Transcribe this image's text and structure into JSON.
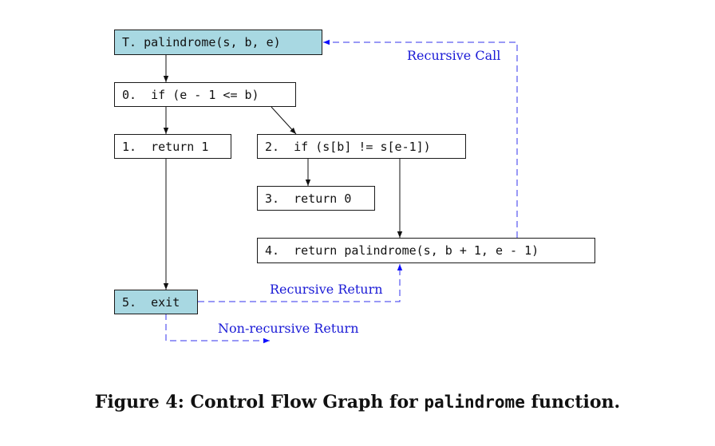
{
  "nodes": {
    "t": "T. palindrome(s, b, e)",
    "n0": "0.  if (e - 1 <= b)",
    "n1": "1.  return 1",
    "n2": "2.  if (s[b] != s[e-1])",
    "n3": "3.  return 0",
    "n4": "4.  return palindrome(s, b + 1, e - 1)",
    "n5": "5.  exit"
  },
  "labels": {
    "recursive_call": "Recursive Call",
    "recursive_return": "Recursive Return",
    "nonrecursive_return": "Non-recursive Return"
  },
  "caption": {
    "prefix": "Figure 4: Control Flow Graph for ",
    "code": "palindrome",
    "suffix": " function."
  },
  "colors": {
    "highlight": "#a8d8e2",
    "dashed_edge": "#3333ee",
    "label": "#1a1ad6"
  }
}
